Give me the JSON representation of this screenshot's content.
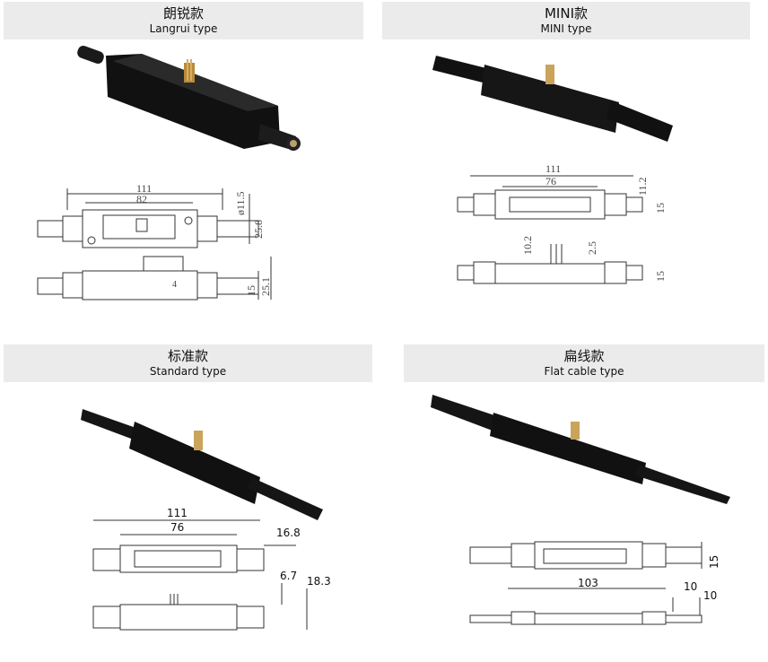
{
  "panels": [
    {
      "title_cn": "朗锐款",
      "title_en": "Langrui type",
      "dims": [
        "111",
        "82",
        "ø11.5",
        "25.8",
        "15",
        "25.1",
        "4"
      ]
    },
    {
      "title_cn": "MINI款",
      "title_en": "MINI type",
      "dims": [
        "111",
        "76",
        "11.2",
        "15",
        "10.2",
        "2.5",
        "15"
      ]
    },
    {
      "title_cn": "标准款",
      "title_en": "Standard type",
      "dims": [
        "111",
        "76",
        "16.8",
        "6.7",
        "18.3"
      ]
    },
    {
      "title_cn": "扁线款",
      "title_en": "Flat cable type",
      "dims": [
        "15",
        "103",
        "10",
        "10"
      ]
    }
  ]
}
